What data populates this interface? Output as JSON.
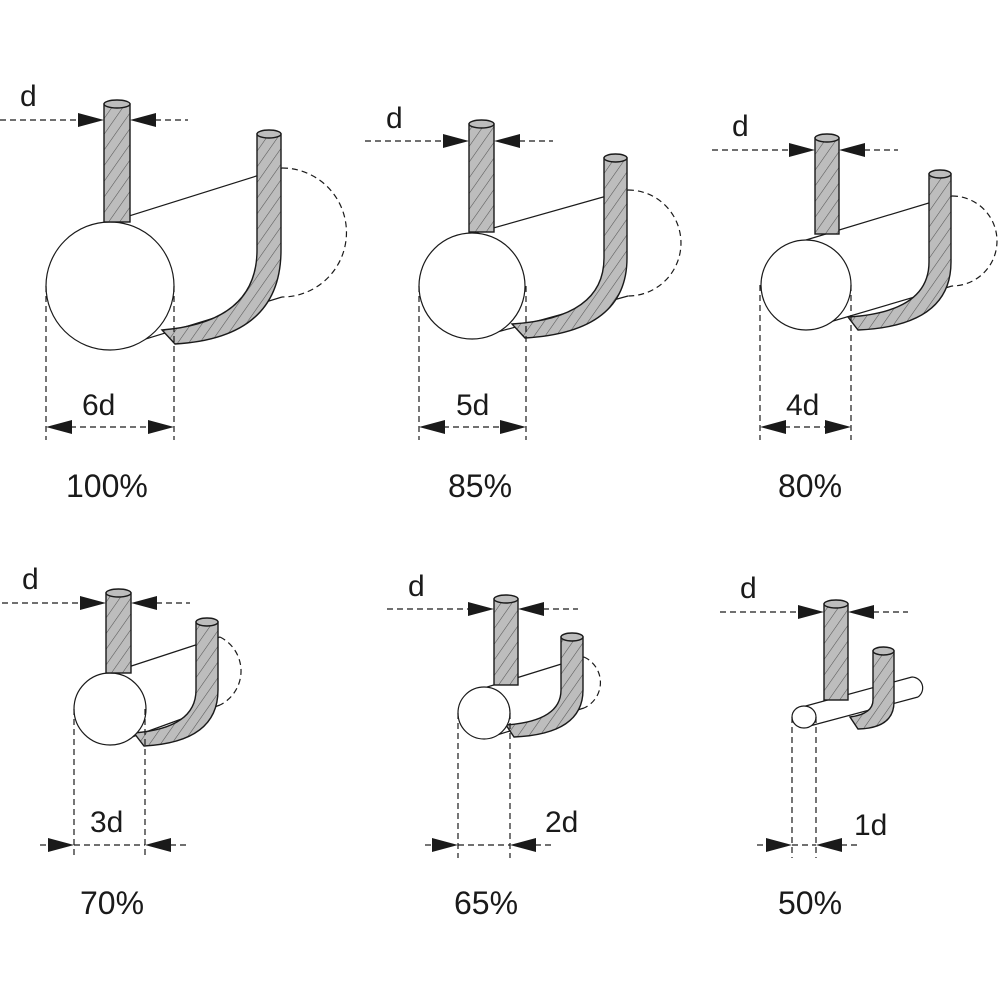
{
  "figure": {
    "bar_fill": "#bdbdbd",
    "line_color": "#1a1a1a",
    "panels": [
      {
        "id": "p1",
        "d_label": "d",
        "dim_label": "6d",
        "pct_label": "100%",
        "ratio": 6
      },
      {
        "id": "p2",
        "d_label": "d",
        "dim_label": "5d",
        "pct_label": "85%",
        "ratio": 5
      },
      {
        "id": "p3",
        "d_label": "d",
        "dim_label": "4d",
        "pct_label": "80%",
        "ratio": 4
      },
      {
        "id": "p4",
        "d_label": "d",
        "dim_label": "3d",
        "pct_label": "70%",
        "ratio": 3
      },
      {
        "id": "p5",
        "d_label": "d",
        "dim_label": "2d",
        "pct_label": "65%",
        "ratio": 2
      },
      {
        "id": "p6",
        "d_label": "d",
        "dim_label": "1d",
        "pct_label": "50%",
        "ratio": 1
      }
    ]
  }
}
